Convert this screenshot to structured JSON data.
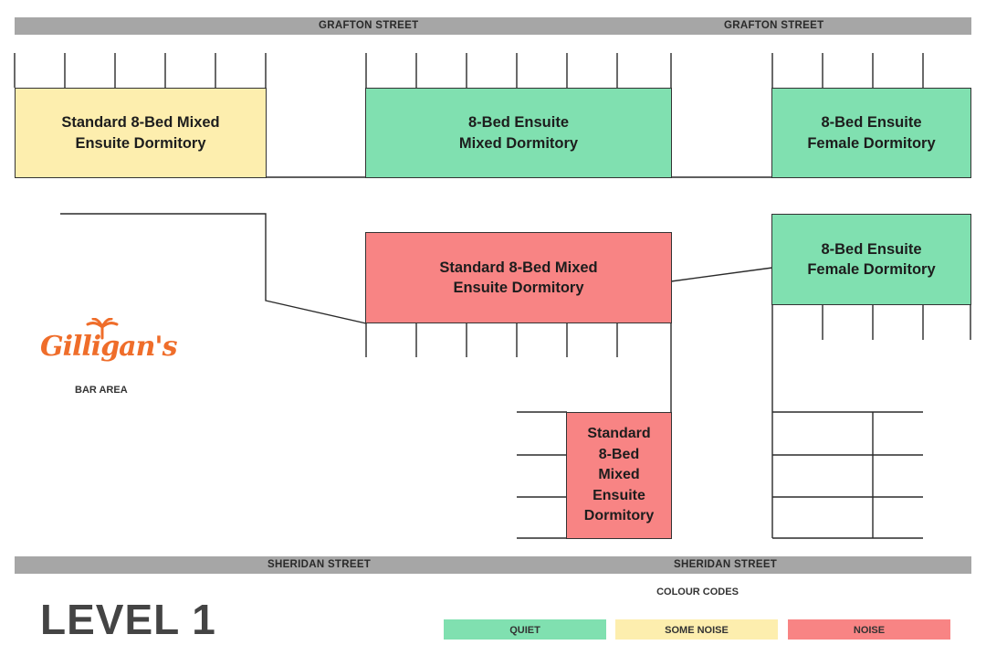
{
  "streets": {
    "top_left": "GRAFTON STREET",
    "top_right": "GRAFTON STREET",
    "bottom_left": "SHERIDAN STREET",
    "bottom_right": "SHERIDAN STREET"
  },
  "rooms": [
    {
      "label": "Standard 8-Bed Mixed\nEnsuite Dormitory",
      "code": "some_noise"
    },
    {
      "label": "8-Bed Ensuite\nMixed Dormitory",
      "code": "quiet"
    },
    {
      "label": "8-Bed Ensuite\nFemale Dormitory",
      "code": "quiet"
    },
    {
      "label": "Standard 8-Bed Mixed\nEnsuite Dormitory",
      "code": "noise"
    },
    {
      "label": "8-Bed Ensuite\nFemale Dormitory",
      "code": "quiet"
    },
    {
      "label": "Standard\n8-Bed\nMixed\nEnsuite\nDormitory",
      "code": "noise"
    }
  ],
  "logo": {
    "text": "Gilligan's",
    "color": "#ef6d2a"
  },
  "bar_area": "BAR AREA",
  "level_title": "LEVEL 1",
  "legend": {
    "title": "COLOUR CODES",
    "items": [
      {
        "label": "QUIET",
        "color": "#80e0b0"
      },
      {
        "label": "SOME NOISE",
        "color": "#fdeeae"
      },
      {
        "label": "NOISE",
        "color": "#f88484"
      }
    ]
  }
}
